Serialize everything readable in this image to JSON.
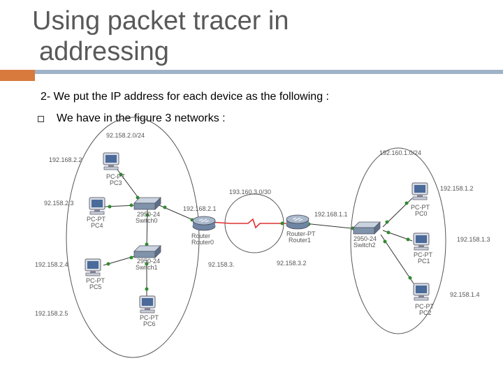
{
  "slide": {
    "title_line1": "Using packet tracer in",
    "title_line2": "addressing",
    "point": "2- We put the IP address for each device as the following :",
    "bullet": "We have in the figure 3 networks :"
  },
  "colors": {
    "accent": "#d87a3e",
    "rule": "#9fb3c8",
    "title": "#595959",
    "link_green": "#2e8b2e",
    "serial_red": "#e03030"
  },
  "diagram": {
    "net_left": "92.158.2.0/24",
    "net_mid": "193.160.3.0/30",
    "net_right": "192.160.1.0/24",
    "pc3_ip": "192.168.2.2",
    "pc4_ip": "92.158.2.3",
    "pc5_ip": "192.158.2.4",
    "pc6_ip": "192.158.2.5",
    "pc0_ip": "192.158.1.2",
    "pc1_ip": "192.158.1.3",
    "pc2_ip": "92.158.1.4",
    "r0_lan_ip": "192.168.2.1",
    "r0_wan_ip": "92.158.3.",
    "r1_wan_ip": "92.158.3.2",
    "r1_lan_ip": "192.168.1.1",
    "pc3_type": "PC-PT",
    "pc3_name": "PC3",
    "pc4_type": "PC-PT",
    "pc4_name": "PC4",
    "pc5_type": "PC-PT",
    "pc5_name": "PC5",
    "pc6_type": "PC-PT",
    "pc6_name": "PC6",
    "pc0_type": "PC-PT",
    "pc0_name": "PC0",
    "pc1_type": "PC-PT",
    "pc1_name": "PC1",
    "pc2_type": "PC-PT",
    "pc2_name": "PC2",
    "sw0_type": "2950-24",
    "sw0_name": "Switch0",
    "sw1_type": "2950-24",
    "sw1_name": "Switch1",
    "sw2_type": "2950-24",
    "sw2_name": "Switch2",
    "r0_type": "Router",
    "r0_name": "Router0",
    "r1_type": "Router-PT",
    "r1_name": "Router1"
  }
}
